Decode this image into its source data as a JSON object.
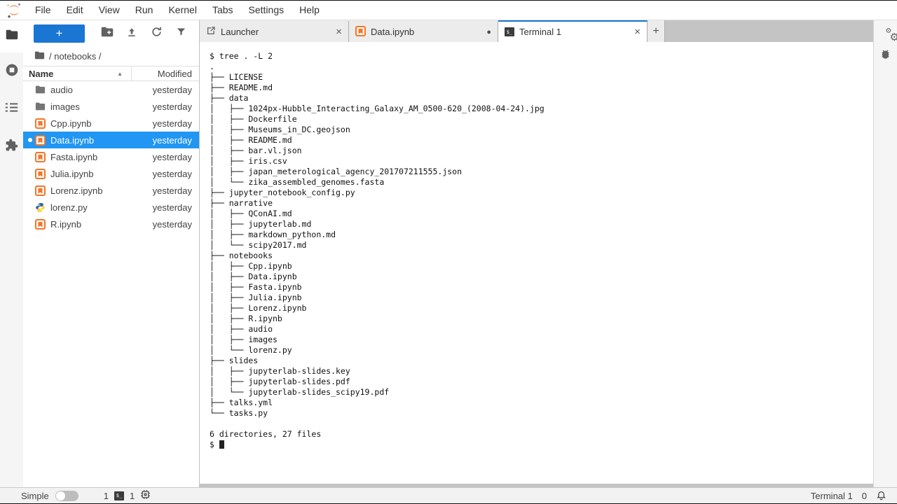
{
  "menubar": {
    "items": [
      "File",
      "Edit",
      "View",
      "Run",
      "Kernel",
      "Tabs",
      "Settings",
      "Help"
    ]
  },
  "sidebar_left": {
    "icons": [
      "file-browser-folder",
      "running-sessions",
      "table-of-contents",
      "extension-manager"
    ]
  },
  "sidebar_right": {
    "icons": [
      "property-inspector-gears",
      "debugger-bug"
    ]
  },
  "file_browser": {
    "toolbar": {
      "new_launcher_label": "+",
      "icons": [
        "new-folder",
        "upload",
        "refresh",
        "filter"
      ]
    },
    "breadcrumb": {
      "path": "/ notebooks /"
    },
    "columns": {
      "name": "Name",
      "modified": "Modified",
      "sort_caret": "▲"
    },
    "rows": [
      {
        "icon": "folder",
        "name": "audio",
        "modified": "yesterday"
      },
      {
        "icon": "folder",
        "name": "images",
        "modified": "yesterday"
      },
      {
        "icon": "notebook",
        "name": "Cpp.ipynb",
        "modified": "yesterday"
      },
      {
        "icon": "notebook",
        "name": "Data.ipynb",
        "modified": "yesterday",
        "selected": true,
        "running": true
      },
      {
        "icon": "notebook",
        "name": "Fasta.ipynb",
        "modified": "yesterday"
      },
      {
        "icon": "notebook",
        "name": "Julia.ipynb",
        "modified": "yesterday"
      },
      {
        "icon": "notebook",
        "name": "Lorenz.ipynb",
        "modified": "yesterday"
      },
      {
        "icon": "python",
        "name": "lorenz.py",
        "modified": "yesterday"
      },
      {
        "icon": "notebook",
        "name": "R.ipynb",
        "modified": "yesterday"
      }
    ]
  },
  "dock": {
    "tabs": [
      {
        "icon": "launcher",
        "label": "Launcher",
        "close_glyph": "×",
        "active": false
      },
      {
        "icon": "notebook",
        "label": "Data.ipynb",
        "dirty_glyph": "●",
        "active": false
      },
      {
        "icon": "terminal",
        "label": "Terminal 1",
        "close_glyph": "×",
        "active": true
      }
    ],
    "new_tab_label": "+",
    "terminal_icon_text": "$_"
  },
  "terminal": {
    "output_lines": [
      "$ tree . -L 2",
      ".",
      "├── LICENSE",
      "├── README.md",
      "├── data",
      "│   ├── 1024px-Hubble_Interacting_Galaxy_AM_0500-620_(2008-04-24).jpg",
      "│   ├── Dockerfile",
      "│   ├── Museums_in_DC.geojson",
      "│   ├── README.md",
      "│   ├── bar.vl.json",
      "│   ├── iris.csv",
      "│   ├── japan_meterological_agency_201707211555.json",
      "│   └── zika_assembled_genomes.fasta",
      "├── jupyter_notebook_config.py",
      "├── narrative",
      "│   ├── QConAI.md",
      "│   ├── jupyterlab.md",
      "│   ├── markdown_python.md",
      "│   └── scipy2017.md",
      "├── notebooks",
      "│   ├── Cpp.ipynb",
      "│   ├── Data.ipynb",
      "│   ├── Fasta.ipynb",
      "│   ├── Julia.ipynb",
      "│   ├── Lorenz.ipynb",
      "│   ├── R.ipynb",
      "│   ├── audio",
      "│   ├── images",
      "│   └── lorenz.py",
      "├── slides",
      "│   ├── jupyterlab-slides.key",
      "│   ├── jupyterlab-slides.pdf",
      "│   └── jupyterlab-slides_scipy19.pdf",
      "├── talks.yml",
      "└── tasks.py",
      "",
      "6 directories, 27 files",
      "$ "
    ]
  },
  "status_bar": {
    "mode_label": "Simple",
    "toggle_state": "off",
    "terminals_count": "1",
    "kernels_count": "1",
    "current_widget": "Terminal 1",
    "notifications_count": "0"
  },
  "colors": {
    "accent_blue": "#1976d2",
    "selection_blue": "#2196f3",
    "jupyter_orange": "#f37626",
    "tab_bar_gray": "#c4c4c4"
  }
}
